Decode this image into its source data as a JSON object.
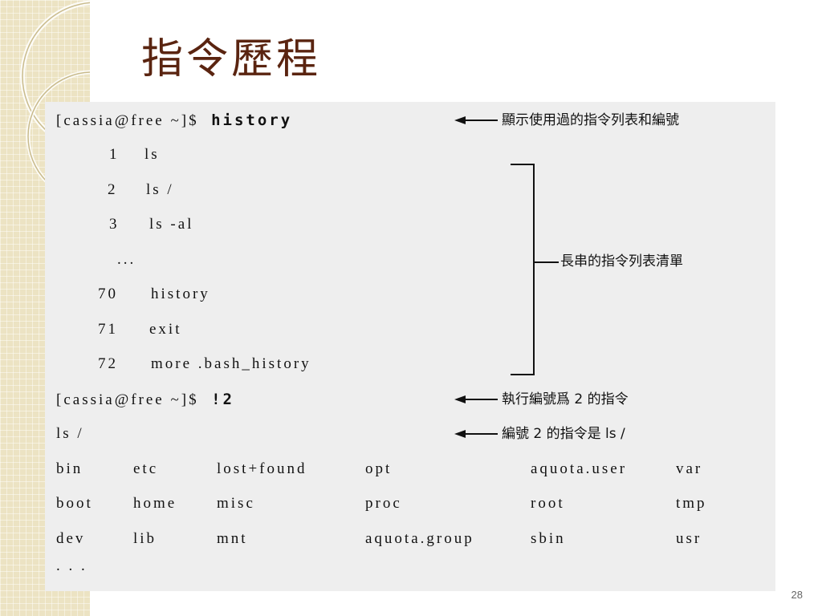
{
  "slide": {
    "title": "指令歷程",
    "page_number": "28"
  },
  "terminal": {
    "prompt": "[cassia@free ~]$",
    "command_history": "history",
    "history_list": [
      {
        "num": "1",
        "cmd": "ls"
      },
      {
        "num": "2",
        "cmd": "ls /"
      },
      {
        "num": "3",
        "cmd": "ls -al"
      },
      {
        "num": "",
        "cmd": "..."
      },
      {
        "num": "70",
        "cmd": "history"
      },
      {
        "num": "71",
        "cmd": "exit"
      },
      {
        "num": "72",
        "cmd": "more .bash_history"
      }
    ],
    "command_recall": "!2",
    "recalled_output": "ls /",
    "listing": [
      [
        "bin",
        "etc",
        "lost+found",
        "opt",
        "aquota.user",
        "var"
      ],
      [
        "boot",
        "home",
        "misc",
        "proc",
        "root",
        "tmp"
      ],
      [
        "dev",
        "lib",
        "mnt",
        "aquota.group",
        "sbin",
        "usr"
      ]
    ],
    "listing_more": ". . ."
  },
  "annotations": {
    "history_note": "顯示使用過的指令列表和編號",
    "list_note": "長串的指令列表清單",
    "recall_note": "執行編號爲 2 的指令",
    "output_note": "編號 2 的指令是 ls /"
  }
}
